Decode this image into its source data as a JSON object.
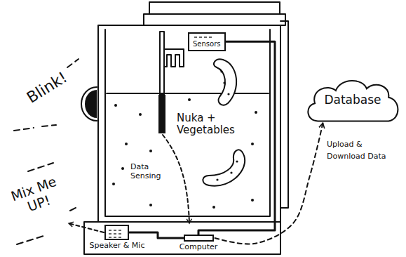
{
  "diagram": {
    "nodes": [
      {
        "text": [
          "Sensors"
        ]
      },
      {
        "text": [
          "Speaker & Mic"
        ]
      },
      {
        "text": [
          "Computer"
        ]
      },
      {
        "text": [
          "Database"
        ]
      }
    ],
    "edges": [
      {
        "from": 0,
        "to": 2,
        "arrow": "none"
      },
      {
        "from": 1,
        "to": 2,
        "arrow": "none"
      },
      {
        "from": 2,
        "to": 3,
        "arrow": "to",
        "label": "Upload & Download Data"
      }
    ],
    "labels": [
      "Blink!",
      "Nuka + Vegetables",
      "Data Sensing",
      "Mix Me UP!"
    ]
  }
}
